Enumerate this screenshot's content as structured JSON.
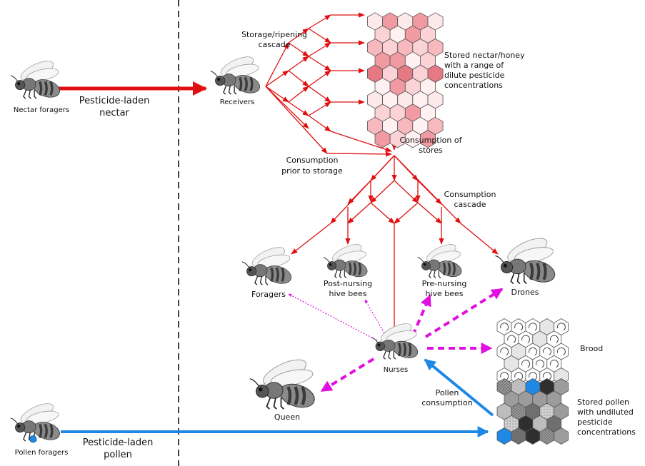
{
  "labels": {
    "nectar_foragers": "Nectar foragers",
    "pesticide_nectar_1": "Pesticide-laden",
    "pesticide_nectar_2": "nectar",
    "receivers": "Receivers",
    "storage_cascade_1": "Storage/ripening",
    "storage_cascade_2": "cascade",
    "stored_nectar_1": "Stored nectar/honey",
    "stored_nectar_2": "with a range of",
    "stored_nectar_3": "dilute pesticide",
    "stored_nectar_4": "concentrations",
    "consumption_prior_1": "Consumption",
    "consumption_prior_2": "prior to storage",
    "consumption_stores_1": "Consumption of",
    "consumption_stores_2": "stores",
    "consumption_cascade_1": "Consumption",
    "consumption_cascade_2": "cascade",
    "foragers": "Foragers",
    "post_nursing_1": "Post-nursing",
    "post_nursing_2": "hive bees",
    "pre_nursing_1": "Pre-nursing",
    "pre_nursing_2": "hive bees",
    "drones": "Drones",
    "nurses": "Nurses",
    "queen": "Queen",
    "brood": "Brood",
    "pollen_consumption_1": "Pollen",
    "pollen_consumption_2": "consumption",
    "stored_pollen_1": "Stored pollen",
    "stored_pollen_2": "with undiluted",
    "stored_pollen_3": "pesticide",
    "stored_pollen_4": "concentrations",
    "pollen_foragers": "Pollen foragers",
    "pesticide_pollen_1": "Pesticide-laden",
    "pesticide_pollen_2": "pollen"
  },
  "colors": {
    "nectar_flow": "#e01010",
    "pollen_flow": "#1e88e5",
    "nurse_feeding": "#e010e0",
    "divider": "#111111",
    "bee_body": "#8a8a8a",
    "bee_stripe": "#3a3a3a",
    "bee_wing": "#f2f2f2"
  },
  "icons": {
    "bee": "bee-icon",
    "honeycomb_nectar": "honeycomb-nectar-icon",
    "honeycomb_brood": "honeycomb-brood-icon",
    "honeycomb_pollen": "honeycomb-pollen-icon",
    "pollen_load": "pollen-load-icon"
  }
}
